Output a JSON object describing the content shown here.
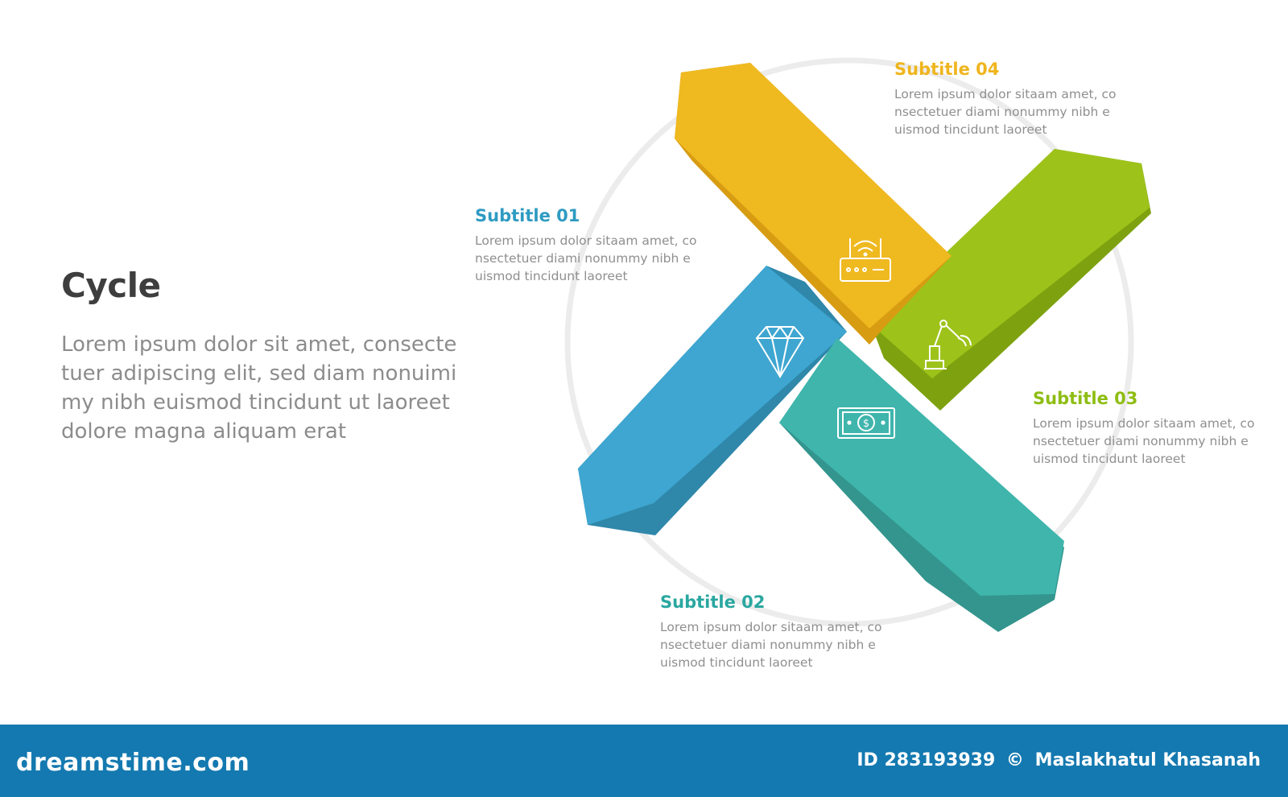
{
  "main": {
    "title": "Cycle",
    "description_lines": [
      "Lorem ipsum dolor sit amet, consecte",
      "tuer adipiscing elit, sed diam nonuimi",
      "my nibh euismod tincidunt ut laoreet",
      "dolore magna aliquam erat"
    ]
  },
  "subtitles": [
    {
      "title": "Subtitle 01",
      "color": "#2e9bc2",
      "lines": [
        "Lorem ipsum dolor sitaam amet, co",
        "nsectetuer diami nonummy  nibh e",
        "uismod tincidunt laoreet"
      ]
    },
    {
      "title": "Subtitle 02",
      "color": "#2aa7a0",
      "lines": [
        "Lorem ipsum dolor sitaam amet, co",
        "nsectetuer diami nonummy  nibh e",
        "uismod tincidunt laoreet"
      ]
    },
    {
      "title": "Subtitle 03",
      "color": "#8ebd12",
      "lines": [
        "Lorem ipsum dolor sitaam amet, co",
        "nsectetuer diami nonummy  nibh e",
        "uismod tincidunt laoreet"
      ]
    },
    {
      "title": "Subtitle 04",
      "color": "#efb51d",
      "lines": [
        "Lorem ipsum dolor sitaam amet, co",
        "nsectetuer diami nonummy  nibh e",
        "uismod tincidunt laoreet"
      ]
    }
  ],
  "arms": [
    {
      "name": "blue",
      "color": "#3ea6d0",
      "icon": "diamond-icon"
    },
    {
      "name": "teal",
      "color": "#3fb5ac",
      "icon": "money-icon"
    },
    {
      "name": "green",
      "color": "#9dc31a",
      "icon": "robot-arm-icon"
    },
    {
      "name": "yellow",
      "color": "#efb920",
      "icon": "router-icon"
    }
  ],
  "footer": {
    "logo": "dreamstime.com",
    "id_label": "ID 283193939",
    "copyright_symbol": "©",
    "author": "Maslakhatul Khasanah",
    "background": "#1479b0"
  }
}
